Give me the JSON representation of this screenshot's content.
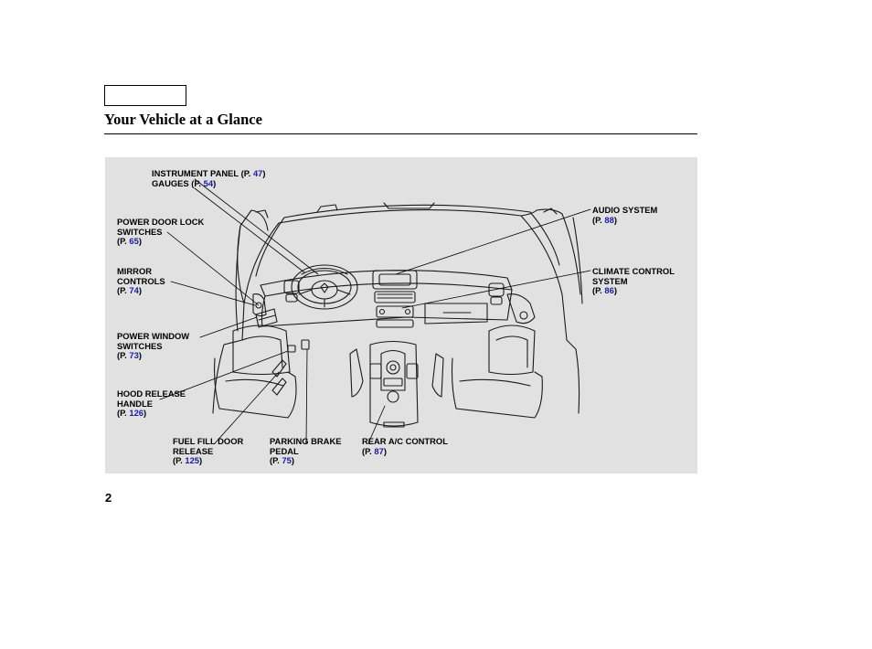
{
  "page": {
    "title": "Your Vehicle at a Glance",
    "page_number": "2",
    "colors": {
      "panel": "#e1e1e1",
      "page_ref": "#1a1aa6",
      "ink": "#000000"
    }
  },
  "callouts": [
    {
      "id": "instrument-panel",
      "line1_text": "INSTRUMENT PANEL",
      "line1_prefix": " (P. ",
      "line1_page": "47",
      "line1_suffix": ")",
      "line2_text": "GAUGES",
      "line2_prefix": " (P. ",
      "line2_page": "54",
      "line2_suffix": ")"
    },
    {
      "id": "power-door-lock",
      "lines": [
        "POWER DOOR LOCK",
        "SWITCHES"
      ],
      "prefix": "(P. ",
      "page": "65",
      "suffix": ")"
    },
    {
      "id": "mirror-controls",
      "lines": [
        "MIRROR",
        "CONTROLS"
      ],
      "prefix": "(P. ",
      "page": "74",
      "suffix": ")"
    },
    {
      "id": "power-window",
      "lines": [
        "POWER WINDOW",
        "SWITCHES"
      ],
      "prefix": "(P. ",
      "page": "73",
      "suffix": ")"
    },
    {
      "id": "hood-release",
      "lines": [
        "HOOD RELEASE",
        "HANDLE"
      ],
      "prefix": "(P. ",
      "page": "126",
      "suffix": ")"
    },
    {
      "id": "fuel-fill-door",
      "lines": [
        "FUEL FILL DOOR",
        "RELEASE"
      ],
      "prefix": "(P. ",
      "page": "125",
      "suffix": ")"
    },
    {
      "id": "parking-brake",
      "lines": [
        "PARKING BRAKE",
        "PEDAL"
      ],
      "prefix": "(P. ",
      "page": "75",
      "suffix": ")"
    },
    {
      "id": "rear-ac",
      "lines": [
        "REAR A/C CONTROL"
      ],
      "prefix": "(P. ",
      "page": "87",
      "suffix": ")"
    },
    {
      "id": "audio-system",
      "lines": [
        "AUDIO SYSTEM"
      ],
      "prefix": "(P. ",
      "page": "88",
      "suffix": ")"
    },
    {
      "id": "climate-control",
      "lines": [
        "CLIMATE CONTROL",
        "SYSTEM"
      ],
      "prefix": "(P. ",
      "page": "86",
      "suffix": ")"
    }
  ]
}
